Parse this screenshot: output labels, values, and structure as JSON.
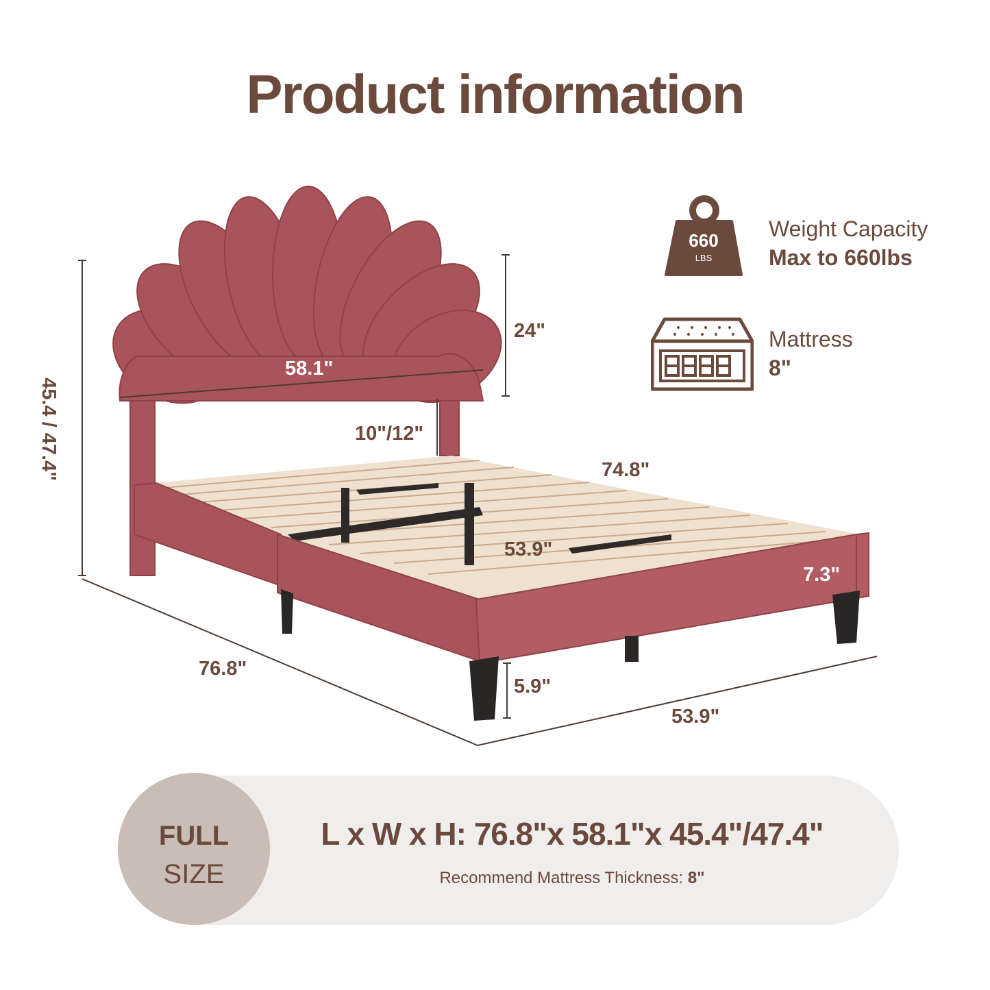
{
  "title": "Product information",
  "colors": {
    "text": "#6b4a3d",
    "bed": "#a9545a",
    "badge": "#c9bdb5",
    "pill": "#f0eeed"
  },
  "dimensions": {
    "total_height": "45.4 / 47.4\"",
    "headboard_height": "24\"",
    "headboard_width": "58.1\"",
    "slat_clearance": "10\"/12\"",
    "inner_length": "74.8\"",
    "inner_width": "53.9\"",
    "side_rail_height": "7.3\"",
    "length": "76.8\"",
    "leg_height": "5.9\"",
    "width": "53.9\""
  },
  "specs": {
    "weight": {
      "icon": "weight-icon",
      "icon_value": "660",
      "icon_unit": "LBS",
      "label": "Weight Capacity",
      "value": "Max to 660lbs"
    },
    "mattress": {
      "icon": "mattress-icon",
      "label": "Mattress",
      "value": "8\""
    }
  },
  "size_badge": {
    "line1": "FULL",
    "line2": "SIZE"
  },
  "summary": {
    "dims": "L x W x H: 76.8\"x 58.1\"x 45.4\"/47.4\"",
    "mattress_label": "Recommend Mattress Thickness:",
    "mattress_value": "8\""
  }
}
